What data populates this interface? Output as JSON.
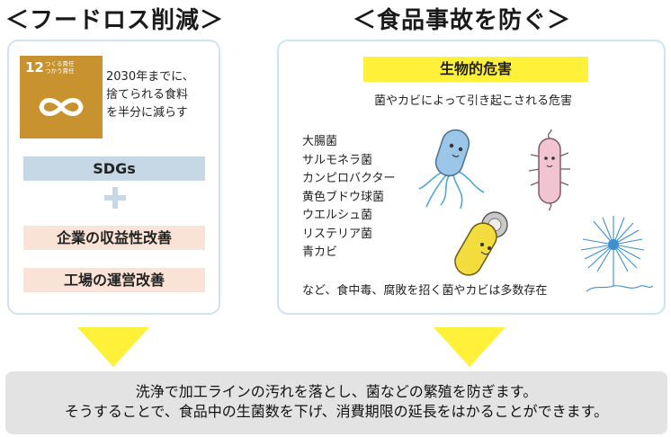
{
  "headings": {
    "left": "＜フードロス削減＞",
    "right": "＜食品事故を防ぐ＞"
  },
  "left_panel": {
    "sdg_icon": {
      "number": "12",
      "caption_line1": "つくる責任",
      "caption_line2": "つかう責任",
      "color": "#c8922e",
      "icon": "infinity-icon"
    },
    "sdg_text": [
      "2030年までに、",
      "捨てられる食料",
      "を半分に減らす"
    ],
    "sdgs_label": "SDGs",
    "plus_icon": "plus-icon",
    "profit_label": "企業の収益性改善",
    "factory_label": "工場の運営改善"
  },
  "right_panel": {
    "hazard_title": "生物的危害",
    "hazard_subtitle": "菌やカビによって引き起こされる危害",
    "microbes": [
      "大腸菌",
      "サルモネラ菌",
      "カンピロバクター",
      "黄色ブドウ球菌",
      "ウエルシュ菌",
      "リステリア菌",
      "青カビ"
    ],
    "note": "など、食中毒、腐敗を招く菌やカビは多数存在",
    "illustrations": [
      "bacterium-blue-icon",
      "bacterium-pink-icon",
      "bacterium-yellow-icon",
      "mold-icon"
    ]
  },
  "bottom": {
    "line1": "洗浄で加工ラインの汚れを落とし、菌などの繁殖を防ぎます。",
    "line2": "そうすることで、食品中の生菌数を下げ、消費期限の延長をはかることができます。"
  },
  "colors": {
    "panel_border": "#cfe3ef",
    "sdgs_bar": "#c6d7e6",
    "benefit_bar": "#f8e3d6",
    "hazard_title_bg": "#fff03a",
    "arrow": "#fff03a",
    "bottom_bg": "#e3e3e3"
  }
}
